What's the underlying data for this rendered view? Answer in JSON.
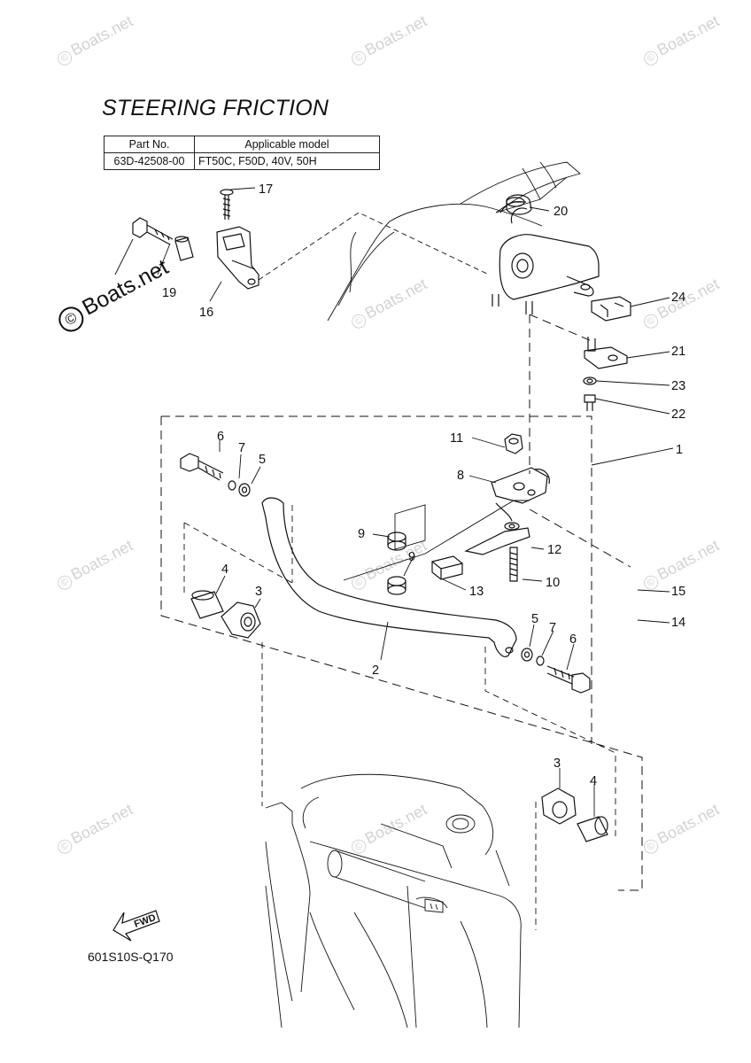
{
  "title": "STEERING FRICTION",
  "table": {
    "headers": [
      "Part No.",
      "Applicable model"
    ],
    "row": [
      "63D-42508-00",
      "FT50C, F50D, 40V, 50H"
    ]
  },
  "figure_code": "601S10S-Q170",
  "watermark": "Boats.net",
  "watermark_symbol": "©",
  "fwd_label": "FWD",
  "callouts": [
    "1",
    "2",
    "3",
    "3",
    "4",
    "4",
    "5",
    "5",
    "6",
    "6",
    "7",
    "7",
    "8",
    "9",
    "9",
    "10",
    "11",
    "12",
    "13",
    "14",
    "15",
    "16",
    "17",
    "19",
    "20",
    "21",
    "22",
    "23",
    "24"
  ]
}
